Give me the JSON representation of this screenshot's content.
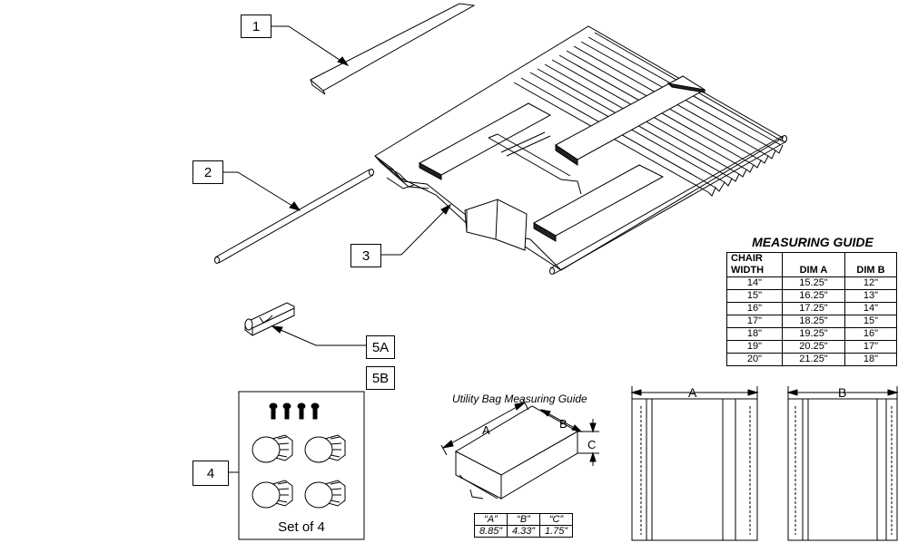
{
  "callouts": {
    "c1": "1",
    "c2": "2",
    "c3": "3",
    "c4": "4",
    "c5a": "5A",
    "c5b": "5B"
  },
  "kit": {
    "label": "Set of 4"
  },
  "measuring_guide": {
    "title": "MEASURING GUIDE",
    "header": {
      "col1_line1": "CHAIR",
      "col1_line2": "WIDTH",
      "col2": "DIM A",
      "col3": "DIM B"
    },
    "rows": [
      {
        "width": "14\"",
        "dim_a": "15.25\"",
        "dim_b": "12\""
      },
      {
        "width": "15\"",
        "dim_a": "16.25\"",
        "dim_b": "13\""
      },
      {
        "width": "16\"",
        "dim_a": "17.25\"",
        "dim_b": "14\""
      },
      {
        "width": "17\"",
        "dim_a": "18.25\"",
        "dim_b": "15\""
      },
      {
        "width": "18\"",
        "dim_a": "19.25\"",
        "dim_b": "16\""
      },
      {
        "width": "19\"",
        "dim_a": "20.25\"",
        "dim_b": "17\""
      },
      {
        "width": "20\"",
        "dim_a": "21.25\"",
        "dim_b": "18\""
      }
    ]
  },
  "bag_guide": {
    "title": "Utility Bag Measuring Guide",
    "dim_labels": {
      "a": "A",
      "b": "B",
      "c": "C"
    },
    "table": {
      "headers": [
        "“A”",
        "“B”",
        "“C”"
      ],
      "values": [
        "8.85”",
        "4.33”",
        "1.75”"
      ]
    }
  },
  "panels": {
    "a_label": "A",
    "b_label": "B"
  }
}
